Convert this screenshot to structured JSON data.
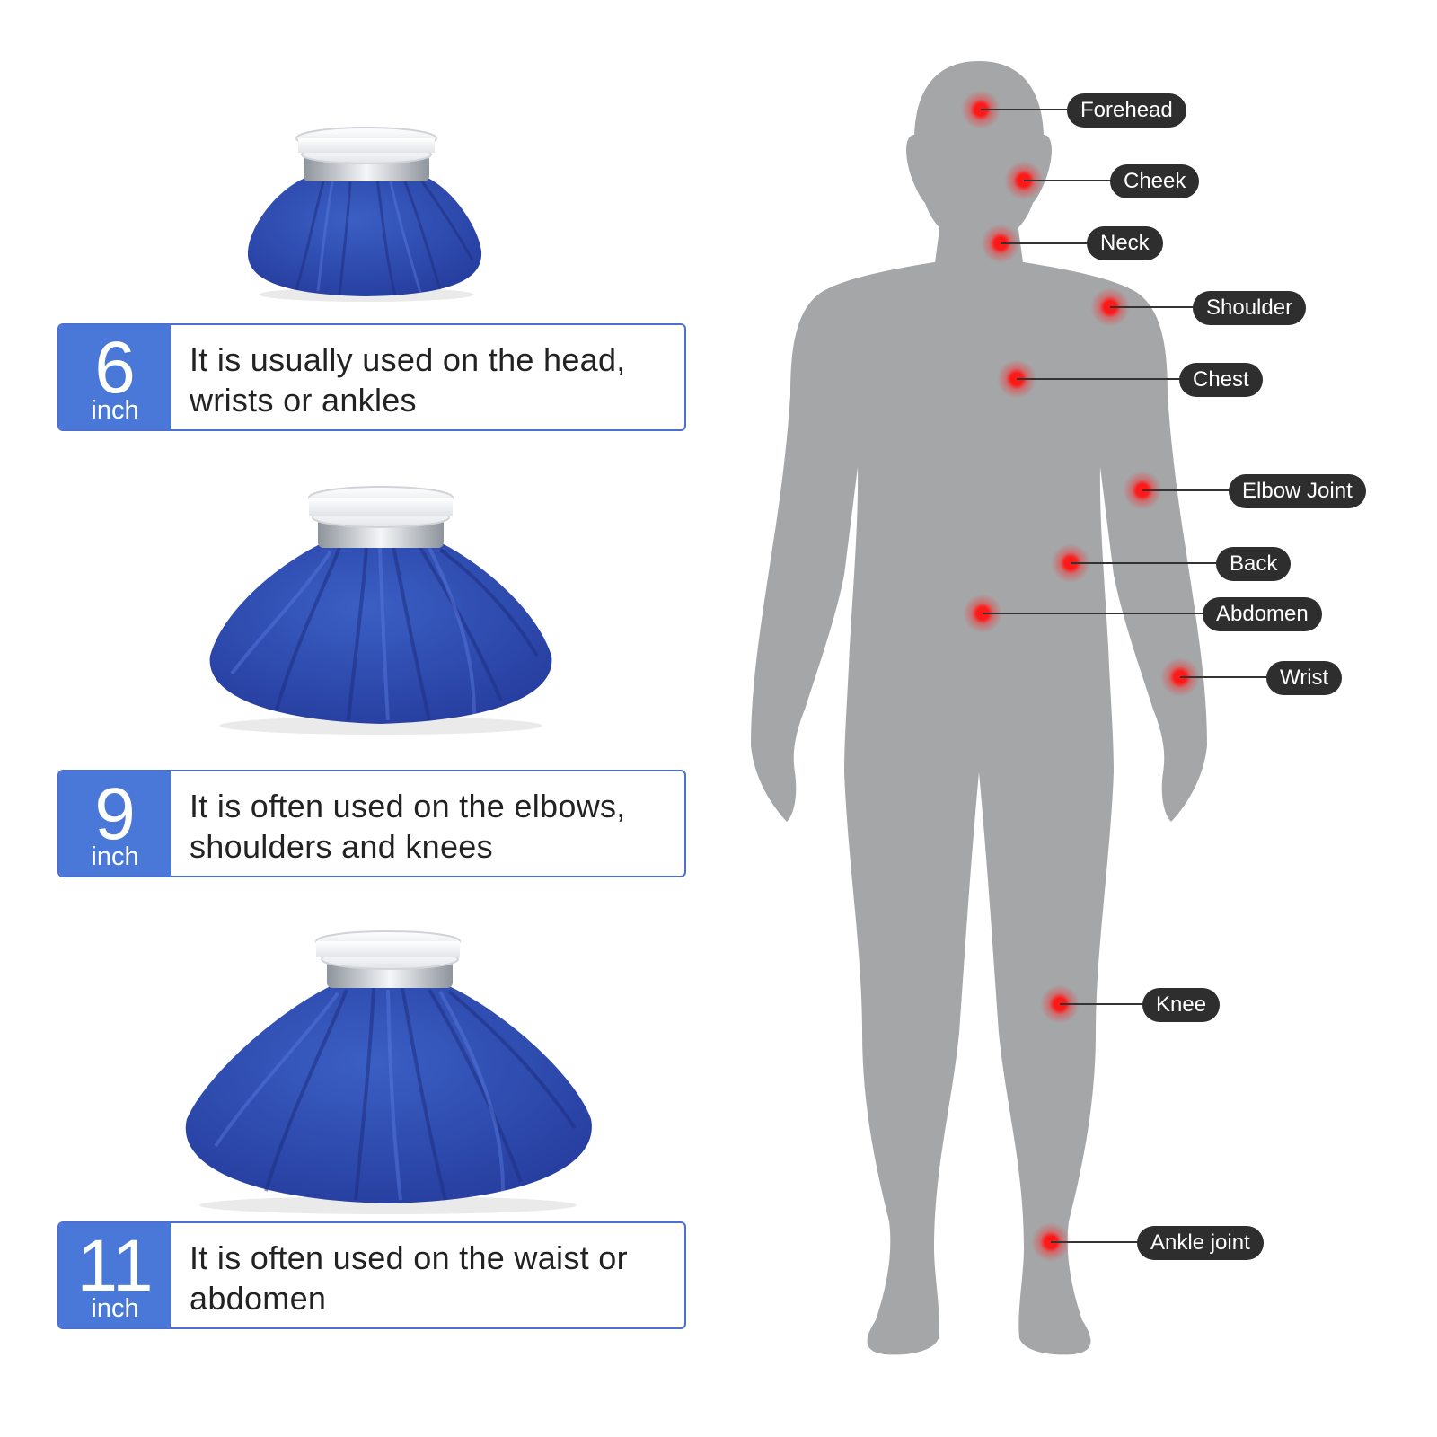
{
  "sizes": [
    {
      "number": "6",
      "unit": "inch",
      "description_line1": "It is usually used on the head,",
      "description_line2": "wrists or ankles"
    },
    {
      "number": "9",
      "unit": "inch",
      "description_line1": "It is often used on the elbows,",
      "description_line2": "shoulders and knees"
    },
    {
      "number": "11",
      "unit": "inch",
      "description_line1": "It is often used on the waist or",
      "description_line2": "abdomen"
    }
  ],
  "body_points": [
    "Forehead",
    "Cheek",
    "Neck",
    "Shoulder",
    "Chest",
    "Elbow Joint",
    "Back",
    "Abdomen",
    "Wrist",
    "Knee",
    "Ankle joint"
  ],
  "colors": {
    "accent_blue": "#4a78d8",
    "bag_blue": "#2c4aa8",
    "body_gray": "#a4a6a8",
    "label_bg": "#2e2e2e",
    "marker_red": "#ff1a1a"
  },
  "icons": [
    "ice-bag-6-inch",
    "ice-bag-9-inch",
    "ice-bag-11-inch",
    "human-body-silhouette"
  ]
}
